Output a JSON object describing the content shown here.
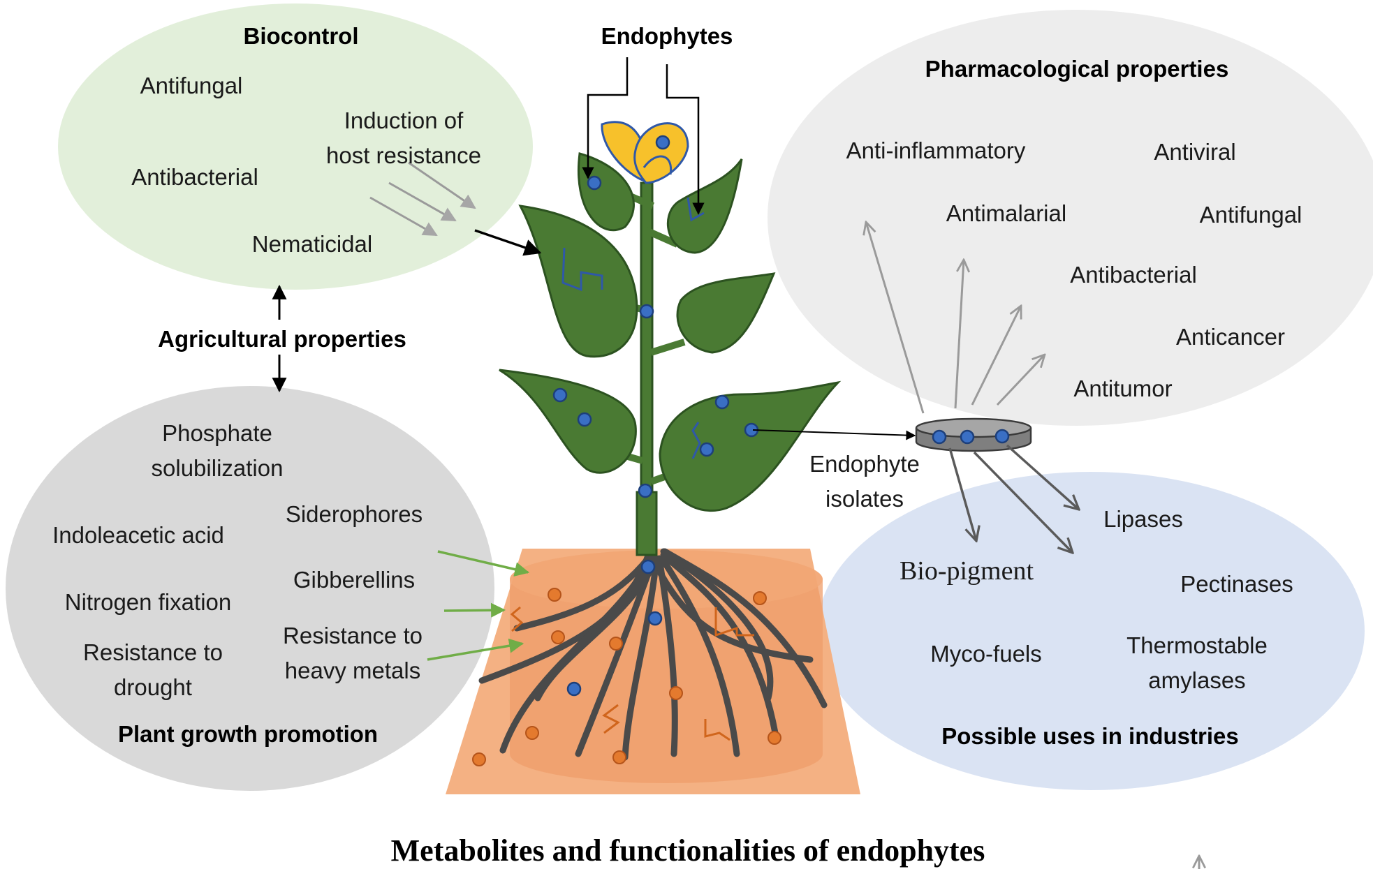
{
  "figure": {
    "title": "Metabolites and functionalities of endophytes",
    "center_label": "Endophytes",
    "isolates_label": [
      "Endophyte",
      "isolates"
    ],
    "agricultural_label": "Agricultural properties"
  },
  "biocontrol": {
    "heading": "Biocontrol",
    "antifungal": "Antifungal",
    "antibacterial": "Antibacterial",
    "induction": [
      "Induction of",
      "host resistance"
    ],
    "nematicidal": "Nematicidal"
  },
  "growth": {
    "heading": "Plant growth promotion",
    "phosphate": [
      "Phosphate",
      "solubilization"
    ],
    "siderophores": "Siderophores",
    "indoleacetic": "Indoleacetic acid",
    "gibberellins": "Gibberellins",
    "nitrogen": "Nitrogen fixation",
    "heavy_metals": [
      "Resistance to",
      "heavy metals"
    ],
    "drought": [
      "Resistance to",
      "drought"
    ]
  },
  "pharma": {
    "heading": "Pharmacological properties",
    "anti_inflammatory": "Anti-inflammatory",
    "antiviral": "Antiviral",
    "antimalarial": "Antimalarial",
    "antifungal": "Antifungal",
    "antibacterial": "Antibacterial",
    "anticancer": "Anticancer",
    "antitumor": "Antitumor"
  },
  "industry": {
    "heading": "Possible uses in industries",
    "lipases": "Lipases",
    "biopigment": "Bio-pigment",
    "pectinases": "Pectinases",
    "mycofuels": "Myco-fuels",
    "amylases": [
      "Thermostable",
      "amylases"
    ]
  },
  "colors": {
    "biocontrol_bg": "#e2efda",
    "growth_bg": "#d9d9d9",
    "pharma_bg": "#ededed",
    "industry_bg": "#dae3f3",
    "plant_green": "#4a7a33",
    "flower_yellow": "#f7c12b",
    "endophyte_blue": "#3a6fc4",
    "soil_orange": "#f4b183",
    "arrow_green": "#70ad47"
  }
}
